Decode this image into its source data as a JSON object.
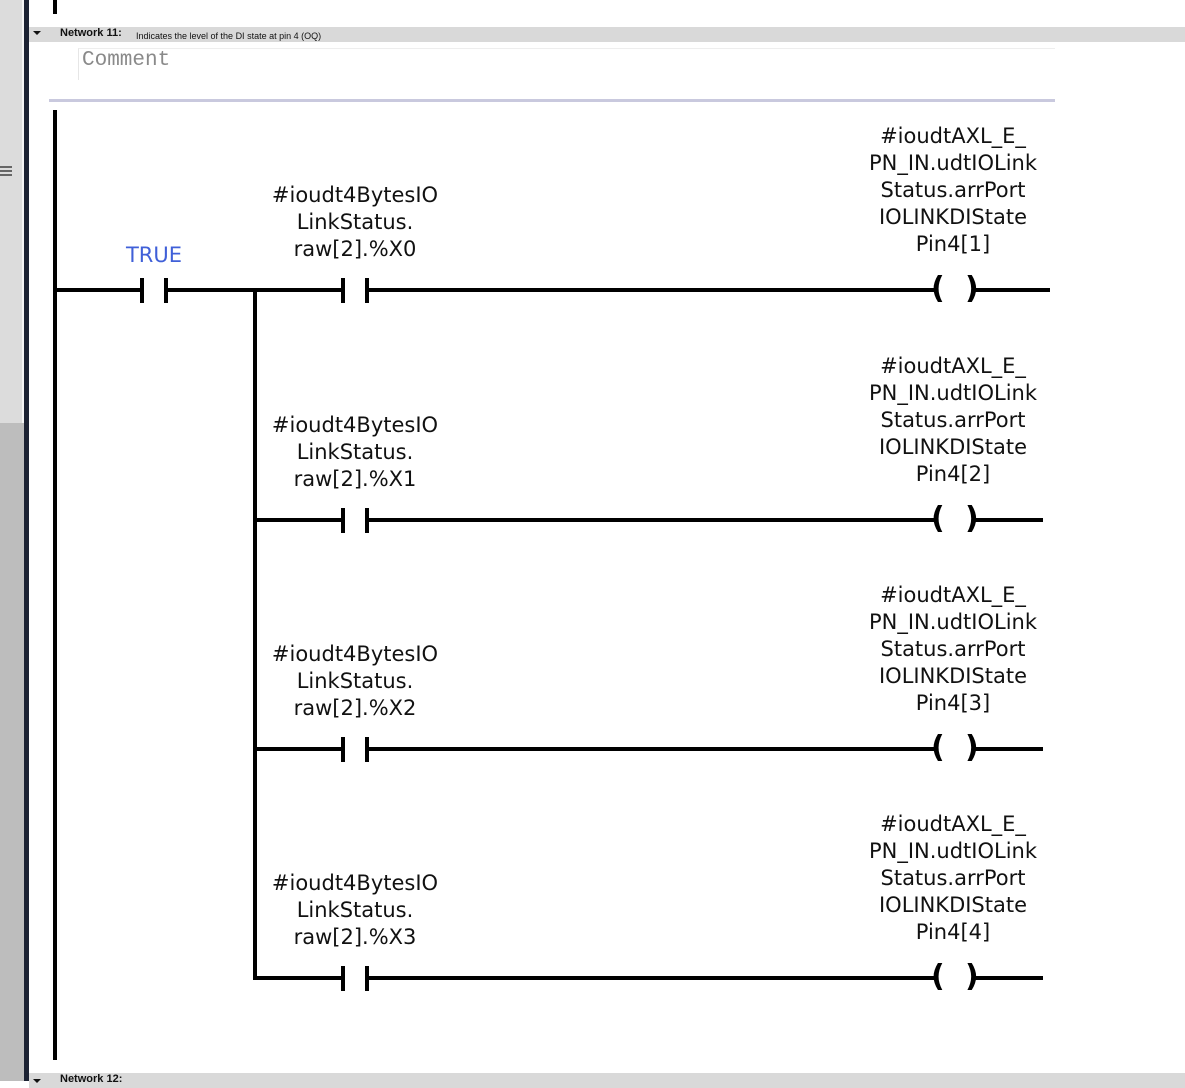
{
  "network11": {
    "title": "Network 11:",
    "description": "Indicates the level of the DI state at pin 4 (OQ)",
    "comment_placeholder": "Comment"
  },
  "network12": {
    "title": "Network 12:"
  },
  "first_contact": {
    "label": "TRUE"
  },
  "rungs": [
    {
      "contact": "#ioudt4BytesIO\nLinkStatus.\nraw[2].%X0",
      "coil": "#ioudtAXL_E_\nPN_IN.udtIOLink\nStatus.arrPort\nIOLINKDIState\nPin4[1]"
    },
    {
      "contact": "#ioudt4BytesIO\nLinkStatus.\nraw[2].%X1",
      "coil": "#ioudtAXL_E_\nPN_IN.udtIOLink\nStatus.arrPort\nIOLINKDIState\nPin4[2]"
    },
    {
      "contact": "#ioudt4BytesIO\nLinkStatus.\nraw[2].%X2",
      "coil": "#ioudtAXL_E_\nPN_IN.udtIOLink\nStatus.arrPort\nIOLINKDIState\nPin4[3]"
    },
    {
      "contact": "#ioudt4BytesIO\nLinkStatus.\nraw[2].%X3",
      "coil": "#ioudtAXL_E_\nPN_IN.udtIOLink\nStatus.arrPort\nIOLINKDIState\nPin4[4]"
    }
  ]
}
